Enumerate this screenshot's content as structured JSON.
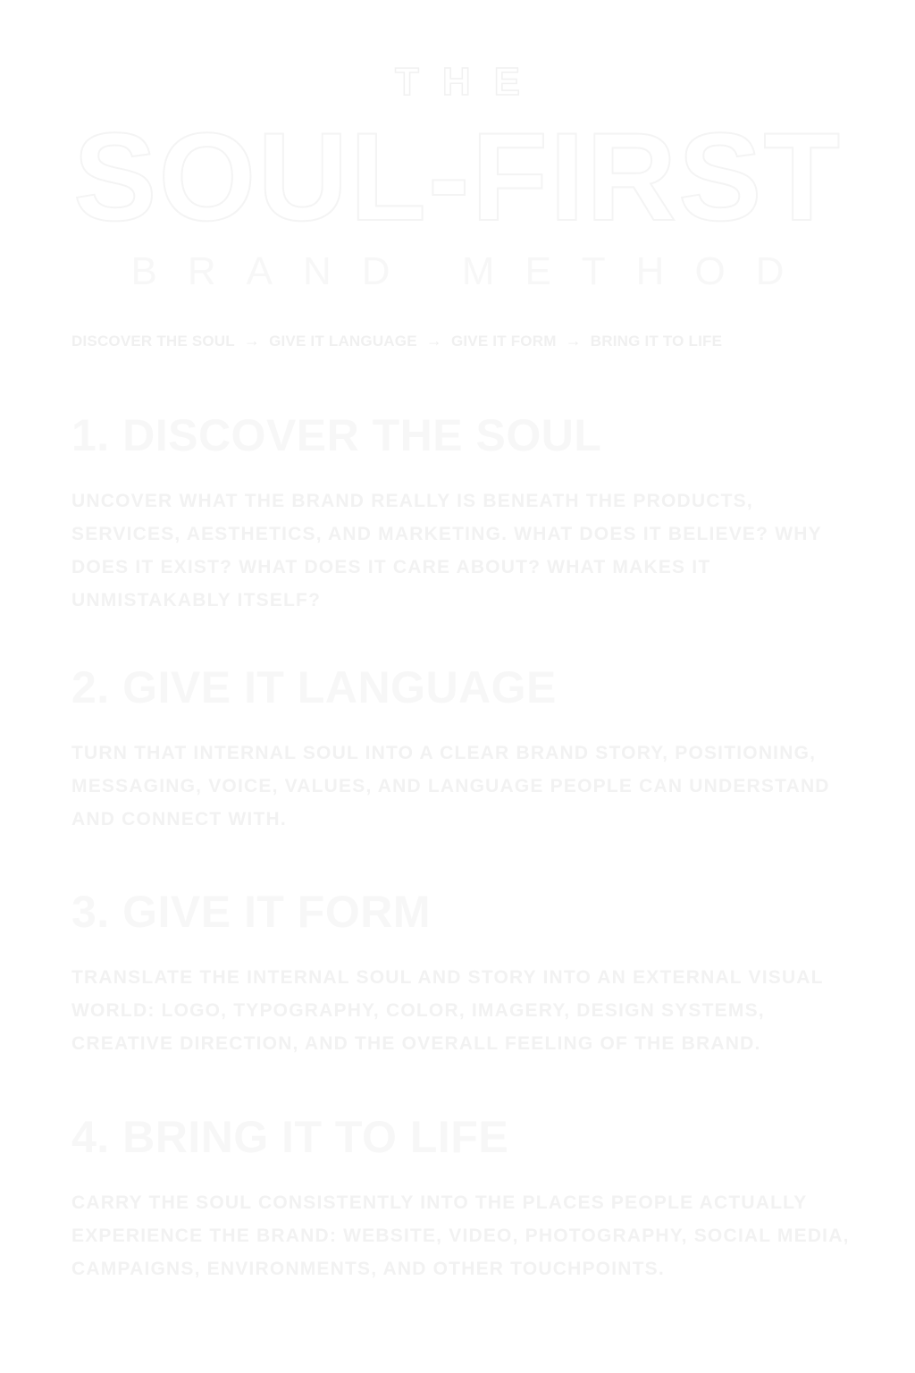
{
  "header": {
    "the": "THE",
    "title": "SOUL-FIRST",
    "subtitle": "BRAND METHOD"
  },
  "process": {
    "steps": [
      "DISCOVER THE SOUL",
      "GIVE IT LANGUAGE",
      "GIVE IT FORM",
      "BRING IT TO LIFE"
    ],
    "separator": "→"
  },
  "sections": [
    {
      "title": "1. DISCOVER THE SOUL",
      "body": "UNCOVER WHAT THE BRAND REALLY IS BENEATH THE PRODUCTS, SERVICES, AESTHETICS, AND MARKETING. WHAT DOES IT BELIEVE? WHY DOES IT EXIST? WHAT DOES IT CARE ABOUT? WHAT MAKES IT UNMISTAKABLY ITSELF?"
    },
    {
      "title": "2. GIVE IT LANGUAGE",
      "body": "TURN THAT INTERNAL SOUL INTO A CLEAR BRAND STORY, POSITIONING, MESSAGING, VOICE, VALUES, AND LANGUAGE PEOPLE CAN UNDERSTAND AND CONNECT WITH."
    },
    {
      "title": "3. GIVE IT FORM",
      "body": "TRANSLATE THE INTERNAL SOUL AND STORY INTO AN EXTERNAL VISUAL WORLD: LOGO, TYPOGRAPHY, COLOR, IMAGERY, DESIGN SYSTEMS, CREATIVE DIRECTION, AND THE OVERALL FEELING OF THE BRAND."
    },
    {
      "title": "4. BRING IT TO LIFE",
      "body": "CARRY THE SOUL CONSISTENTLY INTO THE PLACES PEOPLE ACTUALLY EXPERIENCE THE BRAND: WEBSITE, VIDEO, PHOTOGRAPHY, SOCIAL MEDIA, CAMPAIGNS, ENVIRONMENTS, AND OTHER TOUCHPOINTS."
    }
  ]
}
